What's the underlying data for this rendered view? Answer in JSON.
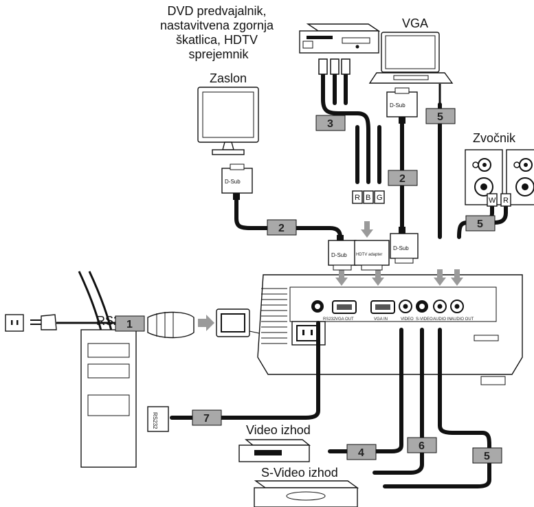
{
  "devices": {
    "dvd": "DVD predvajalnik,\nnastavitvena zgornja\nškatlica, HDTV\nsprejemnik",
    "vga": "VGA",
    "monitor": "Zaslon",
    "speaker": "Zvočnik",
    "rs232": "RS232",
    "video_out": "Video izhod",
    "svideo_out": "S-Video izhod"
  },
  "connectors": {
    "dsub": "D-Sub",
    "hdtv_adapter": "HDTV adapter",
    "rs232_plug": "RS232",
    "r": "R",
    "b": "B",
    "g": "G",
    "w": "W"
  },
  "panel_ports": {
    "rs232": "RS232",
    "vga_out": "VGA OUT",
    "vga_in": "VGA IN",
    "video": "VIDEO",
    "svideo": "S-VIDEO",
    "audio_in": "AUDIO IN",
    "audio_out": "AUDIO OUT"
  },
  "cables": {
    "c1": "1",
    "c2": "2",
    "c3": "3",
    "c4": "4",
    "c5": "5",
    "c6": "6",
    "c7": "7"
  },
  "colors": {
    "cable": "#111111",
    "badge": "#a9a9a9",
    "arrow": "#9a9a9a"
  }
}
